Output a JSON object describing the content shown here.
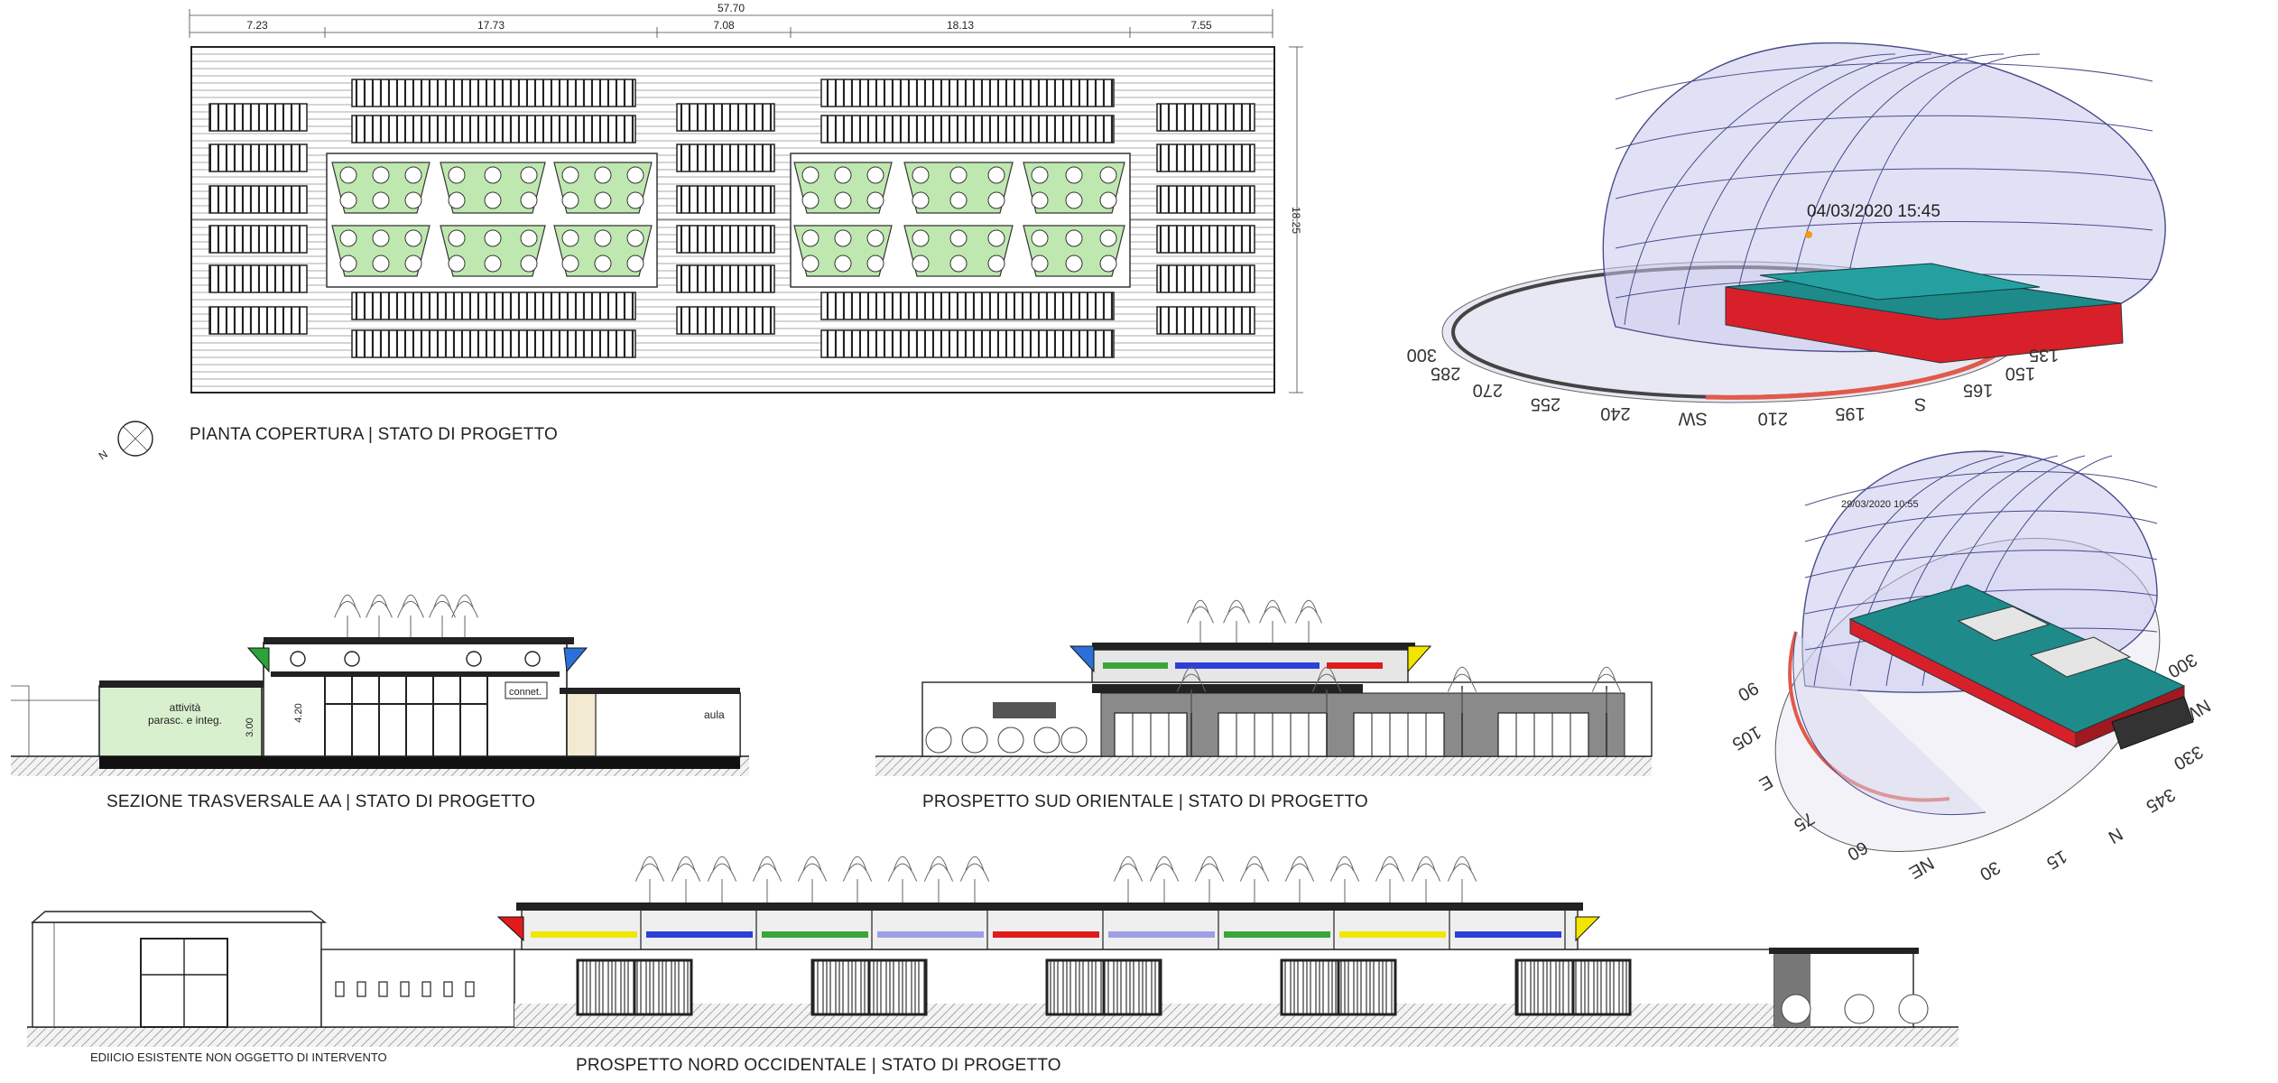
{
  "roof_plan": {
    "caption": "PIANTA COPERTURA | STATO DI PROGETTO",
    "dim_total": "57.70",
    "dims": [
      "7.23",
      "17.73",
      "7.08",
      "18.13",
      "7.55"
    ],
    "dim_side": "18.25",
    "north_letter": "N"
  },
  "section_aa": {
    "caption": "SEZIONE TRASVERSALE AA | STATO DI PROGETTO",
    "room_left_1": "attività",
    "room_left_2": "parasc. e integ.",
    "room_conn": "connet.",
    "room_right": "aula",
    "h1": "3.00",
    "h2": "4.20"
  },
  "elev_se": {
    "caption": "PROSPETTO SUD ORIENTALE | STATO DI PROGETTO"
  },
  "elev_nw": {
    "caption": "PROSPETTO NORD OCCIDENTALE | STATO DI PROGETTO",
    "existing_label": "EDIICIO ESISTENTE NON OGGETTO DI INTERVENTO"
  },
  "sun_path_1": {
    "timestamp": "04/03/2020 15:45",
    "compass": [
      "300",
      "285",
      "270",
      "255",
      "240",
      "SW",
      "210",
      "195",
      "S",
      "165",
      "150",
      "135"
    ]
  },
  "sun_path_2": {
    "timestamp": "29/03/2020 10:55",
    "compass": [
      "90",
      "105",
      "E",
      "75",
      "60",
      "NE",
      "30",
      "15",
      "N",
      "345",
      "330",
      "NW",
      "300"
    ]
  },
  "colors": {
    "green_roof": "#bfe8b0",
    "building_red": "#d8202a",
    "building_teal": "#1e8a8a",
    "band_yellow": "#f2e600",
    "band_blue": "#2c3fd6",
    "band_green": "#3aa53a",
    "band_red": "#e01b1b",
    "band_lilac": "#9f9fe6",
    "dome": "#c9c9ee"
  }
}
